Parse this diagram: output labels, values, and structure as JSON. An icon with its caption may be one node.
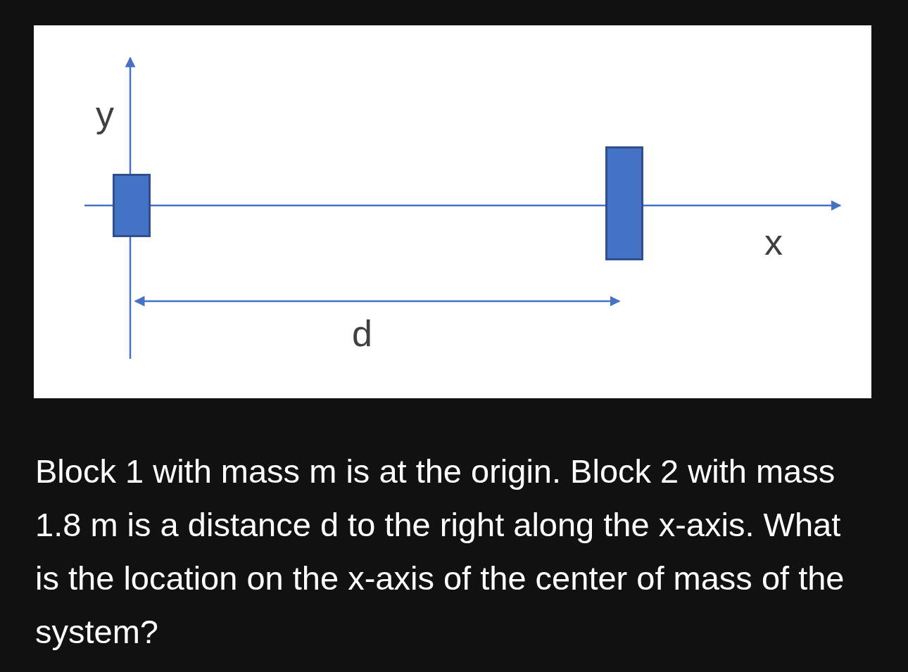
{
  "diagram": {
    "caption": "Block 1 with mass m is at the origin. Block 2 with mass 1.8 m is a distance d to the right along the x-axis. What is the location on the x-axis of the center of mass of the system?",
    "nodes": [
      {
        "text": [],
        "shape": "box"
      },
      {
        "text": [],
        "shape": "box"
      }
    ],
    "labels": [
      "y",
      "x",
      "d"
    ]
  }
}
